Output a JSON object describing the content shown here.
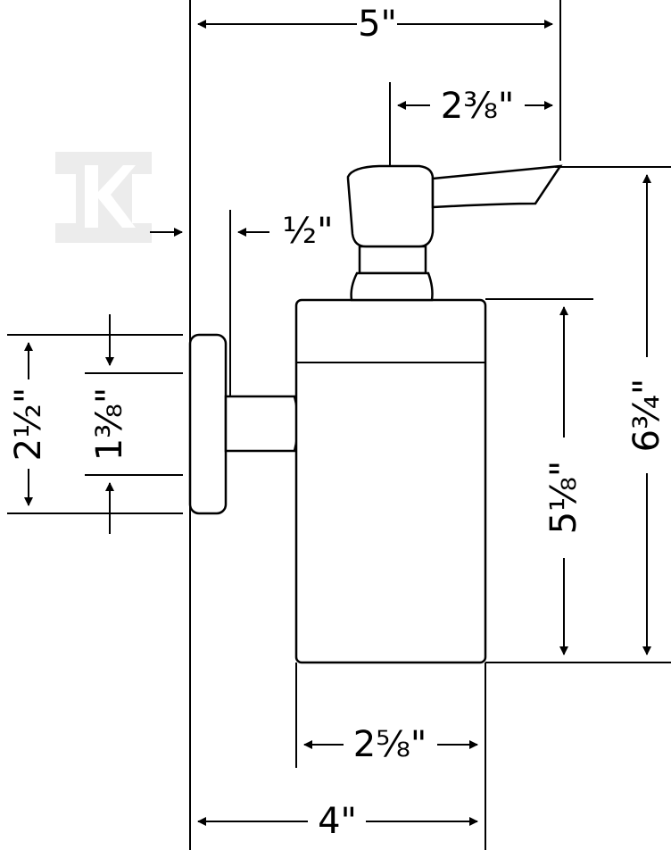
{
  "dimensions": {
    "overall_width": "5\"",
    "spout_reach": "2³⁄₈\"",
    "wall_offset": "½\"",
    "body_height": "5⅛\"",
    "overall_height": "6¾\"",
    "rosette_height": "2½\"",
    "arm_height": "1³⁄₈\"",
    "body_width": "2⅝\"",
    "projection": "4\""
  },
  "watermark": {
    "text": "K"
  },
  "colors": {
    "line": "#000000",
    "background": "#ffffff",
    "watermark": "#e6e6e6"
  }
}
